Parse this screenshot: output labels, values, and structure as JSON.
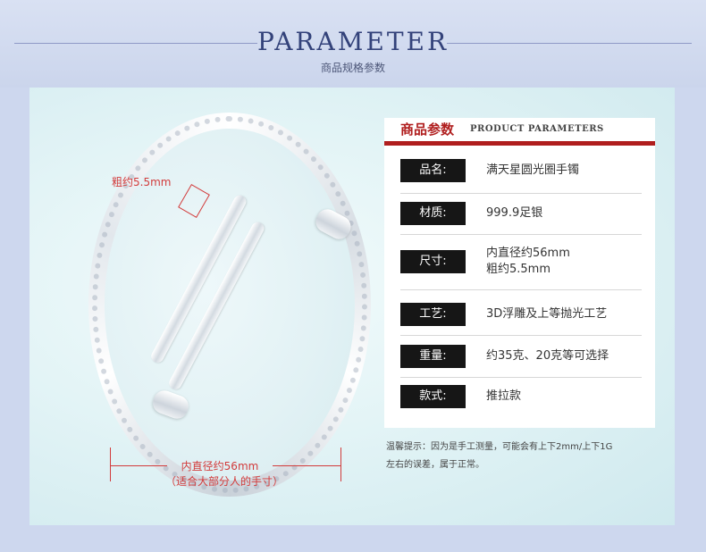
{
  "header": {
    "title": "PARAMETER",
    "subtitle": "商品规格参数"
  },
  "bangle": {
    "thickness_label": "粗约5.5mm",
    "inner_diameter_label": "内直径约56mm",
    "fit_note": "（适合大部分人的手寸）"
  },
  "card": {
    "title": "商品参数",
    "subtitle": "PRODUCT  PARAMETERS",
    "accent_color": "#b01e1e",
    "rows": [
      {
        "label": "品名:",
        "value": "满天星圆光圈手镯"
      },
      {
        "label": "材质:",
        "value": "999.9足银"
      },
      {
        "label": "尺寸:",
        "value": "内直径约56mm",
        "value2": "粗约5.5mm"
      },
      {
        "label": "工艺:",
        "value": "3D浮雕及上等抛光工艺"
      },
      {
        "label": "重量:",
        "value": "约35克、20克等可选择"
      },
      {
        "label": "款式:",
        "value": "推拉款"
      }
    ]
  },
  "tip": {
    "line1": "温馨提示：因为是手工测量，可能会有上下2mm/上下1G",
    "line2": "左右的误差，属于正常。"
  }
}
